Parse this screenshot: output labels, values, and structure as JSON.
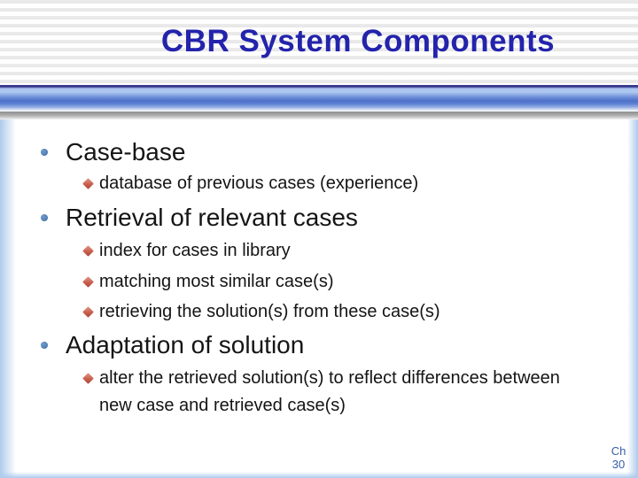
{
  "slide": {
    "title": "CBR System Components",
    "rows": [
      {
        "level": 1,
        "text": "Case-base"
      },
      {
        "level": 2,
        "text": "database of previous cases (experience)"
      },
      {
        "level": 1,
        "text": "Retrieval of relevant cases"
      },
      {
        "level": 2,
        "text": "index for cases in library"
      },
      {
        "level": 2,
        "text": "matching most similar case(s)"
      },
      {
        "level": 2,
        "text": "retrieving the solution(s) from these case(s)"
      },
      {
        "level": 1,
        "text": "Adaptation of solution"
      },
      {
        "level": 2,
        "text": "alter the retrieved solution(s) to reflect differences between new case and retrieved case(s)"
      }
    ],
    "page_label": {
      "line1": "Ch",
      "line2": "30"
    },
    "colors": {
      "title": "#2323ac",
      "divider_bar_blue": "#5b7fd4",
      "divider_bar_light": "#aec8f0",
      "divider_bar_navy_line": "#33338a",
      "bar_shadow": "#8e8e8e",
      "stripe_gray": "#e9e9e9",
      "level1_bullet": "#4c77b5",
      "level2_bullet": "#c8604f",
      "body_text": "#1a1a1a",
      "page_label_text": "#3a5ca8",
      "edge_vignette": "#aecbec"
    }
  }
}
